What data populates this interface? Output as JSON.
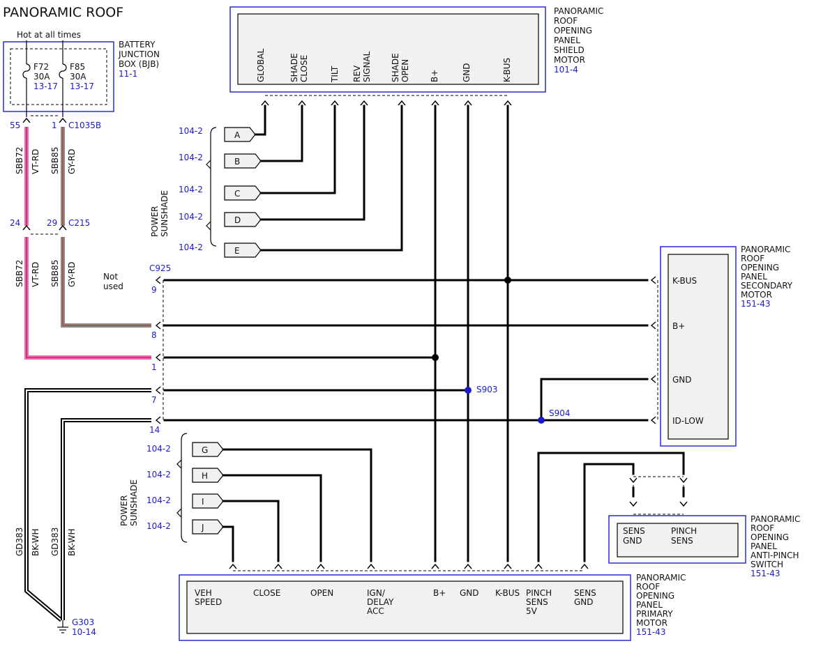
{
  "title": "PANORAMIC ROOF",
  "colors": {
    "pin_blue": "#1a1acc",
    "box_border": "#2a2ad6",
    "pink": "#f06ab0",
    "wire_gray": "#8a8a8a",
    "wire_red": "#c0392b"
  },
  "bjb": {
    "hot_label": "Hot at all times",
    "name": [
      "BATTERY",
      "JUNCTION",
      "BOX (BJB)"
    ],
    "ref": "11-1",
    "fuses": [
      {
        "id": "F72",
        "amps": "30A",
        "ref": "13-17"
      },
      {
        "id": "F85",
        "amps": "30A",
        "ref": "13-17"
      }
    ]
  },
  "c1035b": {
    "connector": "C1035B",
    "pin_a": "55",
    "pin_b": "1"
  },
  "c215": {
    "connector": "C215",
    "pin_a": "24",
    "pin_b": "29"
  },
  "circuits": {
    "sbb72": "SBB72",
    "sbb85": "SBB85",
    "gd383": "GD383",
    "vt_rd": "VT-RD",
    "gy_rd": "GY-RD",
    "bk_wh": "BK-WH"
  },
  "shield_motor": {
    "name": [
      "PANORAMIC",
      "ROOF",
      "OPENING",
      "PANEL",
      "SHIELD",
      "MOTOR"
    ],
    "ref": "101-4",
    "pins": [
      [
        "GLOBAL"
      ],
      [
        "SHADE",
        "CLOSE"
      ],
      [
        "TILT"
      ],
      [
        "REV",
        "SIGNAL"
      ],
      [
        "SHADE",
        "OPEN"
      ],
      [
        "B+"
      ],
      [
        "GND"
      ],
      [
        "K-BUS"
      ]
    ]
  },
  "sunshade_top": {
    "label": [
      "POWER",
      "SUNSHADE"
    ],
    "flags": [
      {
        "letter": "A",
        "ref": "104-2"
      },
      {
        "letter": "B",
        "ref": "104-2"
      },
      {
        "letter": "C",
        "ref": "104-2"
      },
      {
        "letter": "D",
        "ref": "104-2"
      },
      {
        "letter": "E",
        "ref": "104-2"
      }
    ]
  },
  "c925": {
    "connector": "C925",
    "not_used": [
      "Not",
      "used"
    ],
    "pins": [
      "9",
      "8",
      "1",
      "7",
      "14"
    ]
  },
  "secondary_motor": {
    "name": [
      "PANORAMIC",
      "ROOF",
      "OPENING",
      "PANEL",
      "SECONDARY",
      "MOTOR"
    ],
    "ref": "151-43",
    "pins": [
      "K-BUS",
      "B+",
      "GND",
      "ID-LOW"
    ]
  },
  "splices": {
    "s903": "S903",
    "s904": "S904"
  },
  "sunshade_bottom": {
    "label": [
      "POWER",
      "SUNSHADE"
    ],
    "flags": [
      {
        "letter": "G",
        "ref": "104-2"
      },
      {
        "letter": "H",
        "ref": "104-2"
      },
      {
        "letter": "I",
        "ref": "104-2"
      },
      {
        "letter": "J",
        "ref": "104-2"
      }
    ]
  },
  "antipinch": {
    "name": [
      "PANORAMIC",
      "ROOF",
      "OPENING",
      "PANEL",
      "ANTI-PINCH",
      "SWITCH"
    ],
    "ref": "151-43",
    "pins": [
      [
        "SENS",
        "GND"
      ],
      [
        "PINCH",
        "SENS"
      ]
    ]
  },
  "primary_motor": {
    "name": [
      "PANORAMIC",
      "ROOF",
      "OPENING",
      "PANEL",
      "PRIMARY",
      "MOTOR"
    ],
    "ref": "151-43",
    "pins": [
      [
        "VEH",
        "SPEED"
      ],
      [
        "CLOSE"
      ],
      [
        "OPEN"
      ],
      [
        "IGN/",
        "DELAY",
        "ACC"
      ],
      [
        "B+"
      ],
      [
        "GND"
      ],
      [
        "K-BUS"
      ],
      [
        "PINCH",
        "SENS",
        "5V"
      ],
      [
        "SENS",
        "GND"
      ]
    ]
  },
  "ground": {
    "id": "G303",
    "ref": "10-14"
  }
}
